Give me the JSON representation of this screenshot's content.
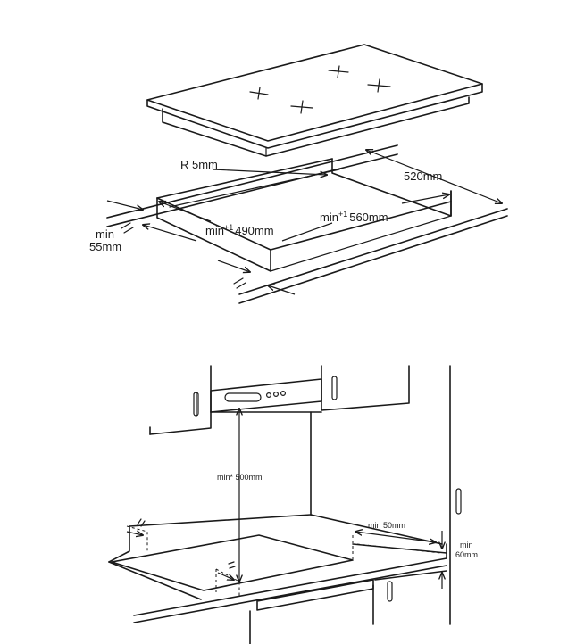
{
  "top_diagram": {
    "radius_label": "R 5mm",
    "depth_label": "520mm",
    "min_width_label": "min",
    "min_width_sup": "+1",
    "min_width_value": "560mm",
    "min_depth_label": "min",
    "min_depth_sup": "+1",
    "min_depth_value": "490mm",
    "worktop_min_label": "min",
    "worktop_min_value": "55mm",
    "equal_mark": "="
  },
  "bottom_diagram": {
    "hood_clearance_label": "min* 500mm",
    "side_clearance_label": "min 50mm",
    "back_clearance_label": "min",
    "back_clearance_value": "60mm",
    "equal_mark": "="
  },
  "colors": {
    "line": "#1a1a1a",
    "hob_fill": "#cccccc",
    "background": "#ffffff"
  }
}
